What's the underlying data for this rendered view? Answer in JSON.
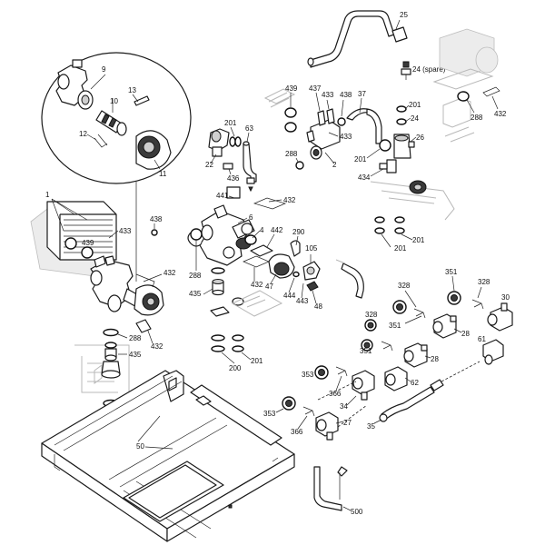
{
  "labels": {
    "l1": "1",
    "l2": "2",
    "l4": "4",
    "l6": "6",
    "l9": "9",
    "l10": "10",
    "l11": "11",
    "l12": "12",
    "l13": "13",
    "l22": "22",
    "l24": "24",
    "l24s": "24 (spare)",
    "l25": "25",
    "l26": "26",
    "l27": "27",
    "l28a": "28",
    "l28b": "28",
    "l30": "30",
    "l34": "34",
    "l35": "35",
    "l37": "37",
    "l47": "47",
    "l48": "48",
    "l50": "50",
    "l61": "61",
    "l62": "62",
    "l63": "63",
    "l105": "105",
    "l200": "200",
    "l201a": "201",
    "l201b": "201",
    "l201c": "201",
    "l201d": "201",
    "l201e": "201",
    "l201f": "201",
    "l288a": "288",
    "l288b": "288",
    "l288c": "288",
    "l288d": "288",
    "l290": "290",
    "l328a": "328",
    "l328b": "328",
    "l351a": "351",
    "l351b": "351",
    "l351c": "351",
    "l353a": "353",
    "l353b": "353",
    "l366a": "366",
    "l366b": "366",
    "l432a": "432",
    "l432b": "432",
    "l432c": "432",
    "l432d": "432",
    "l432e": "432",
    "l433a": "433",
    "l433b": "433",
    "l433c": "433",
    "l434": "434",
    "l435a": "435",
    "l435b": "435",
    "l436": "436",
    "l437": "437",
    "l438a": "438",
    "l438b": "438",
    "l439a": "439",
    "l439b": "439",
    "l441": "441",
    "l442": "442",
    "l443": "443",
    "l444": "444",
    "l500": "500"
  }
}
